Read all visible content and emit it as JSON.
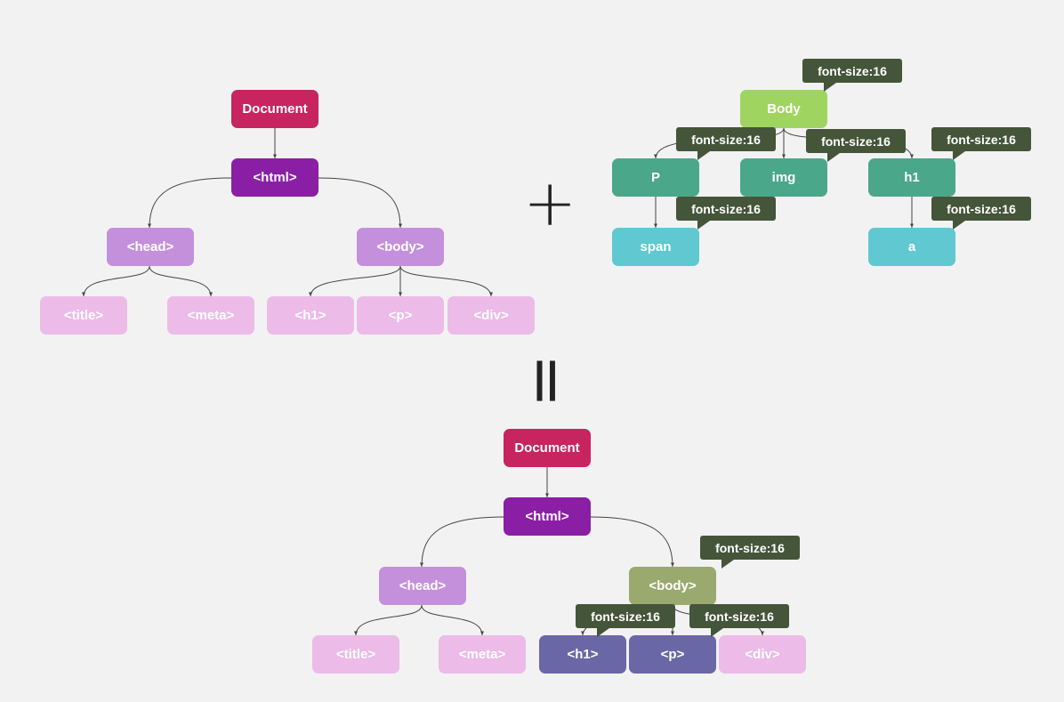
{
  "colors": {
    "document": "#c8245f",
    "html": "#8a1fa6",
    "branch": "#c490dc",
    "leaf": "#ecbbe8",
    "body_style": "#9aa96e",
    "styled_leaf": "#6967a6",
    "style_root": "#9fd461",
    "style_mid": "#4aa78a",
    "style_leaf": "#5fc8d1",
    "tag_bg": "#44553a",
    "edge": "#444444"
  },
  "dom_tree": {
    "document": "Document",
    "html": "<html>",
    "head": "<head>",
    "body": "<body>",
    "title": "<title>",
    "meta": "<meta>",
    "h1": "<h1>",
    "p": "<p>",
    "div": "<div>"
  },
  "plus_symbol": "+",
  "equals_symbol": "=",
  "style_tree": {
    "body": "Body",
    "p": "P",
    "img": "img",
    "h1": "h1",
    "span": "span",
    "a": "a",
    "tags": {
      "body": "font-size:16",
      "p": "font-size:16",
      "img": "font-size:16",
      "h1": "font-size:16",
      "span": "font-size:16",
      "a": "font-size:16"
    }
  },
  "render_tree": {
    "document": "Document",
    "html": "<html>",
    "head": "<head>",
    "body": "<body>",
    "title": "<title>",
    "meta": "<meta>",
    "h1": "<h1>",
    "p": "<p>",
    "div": "<div>",
    "tags": {
      "body": "font-size:16",
      "h1": "font-size:16",
      "p": "font-size:16"
    }
  }
}
